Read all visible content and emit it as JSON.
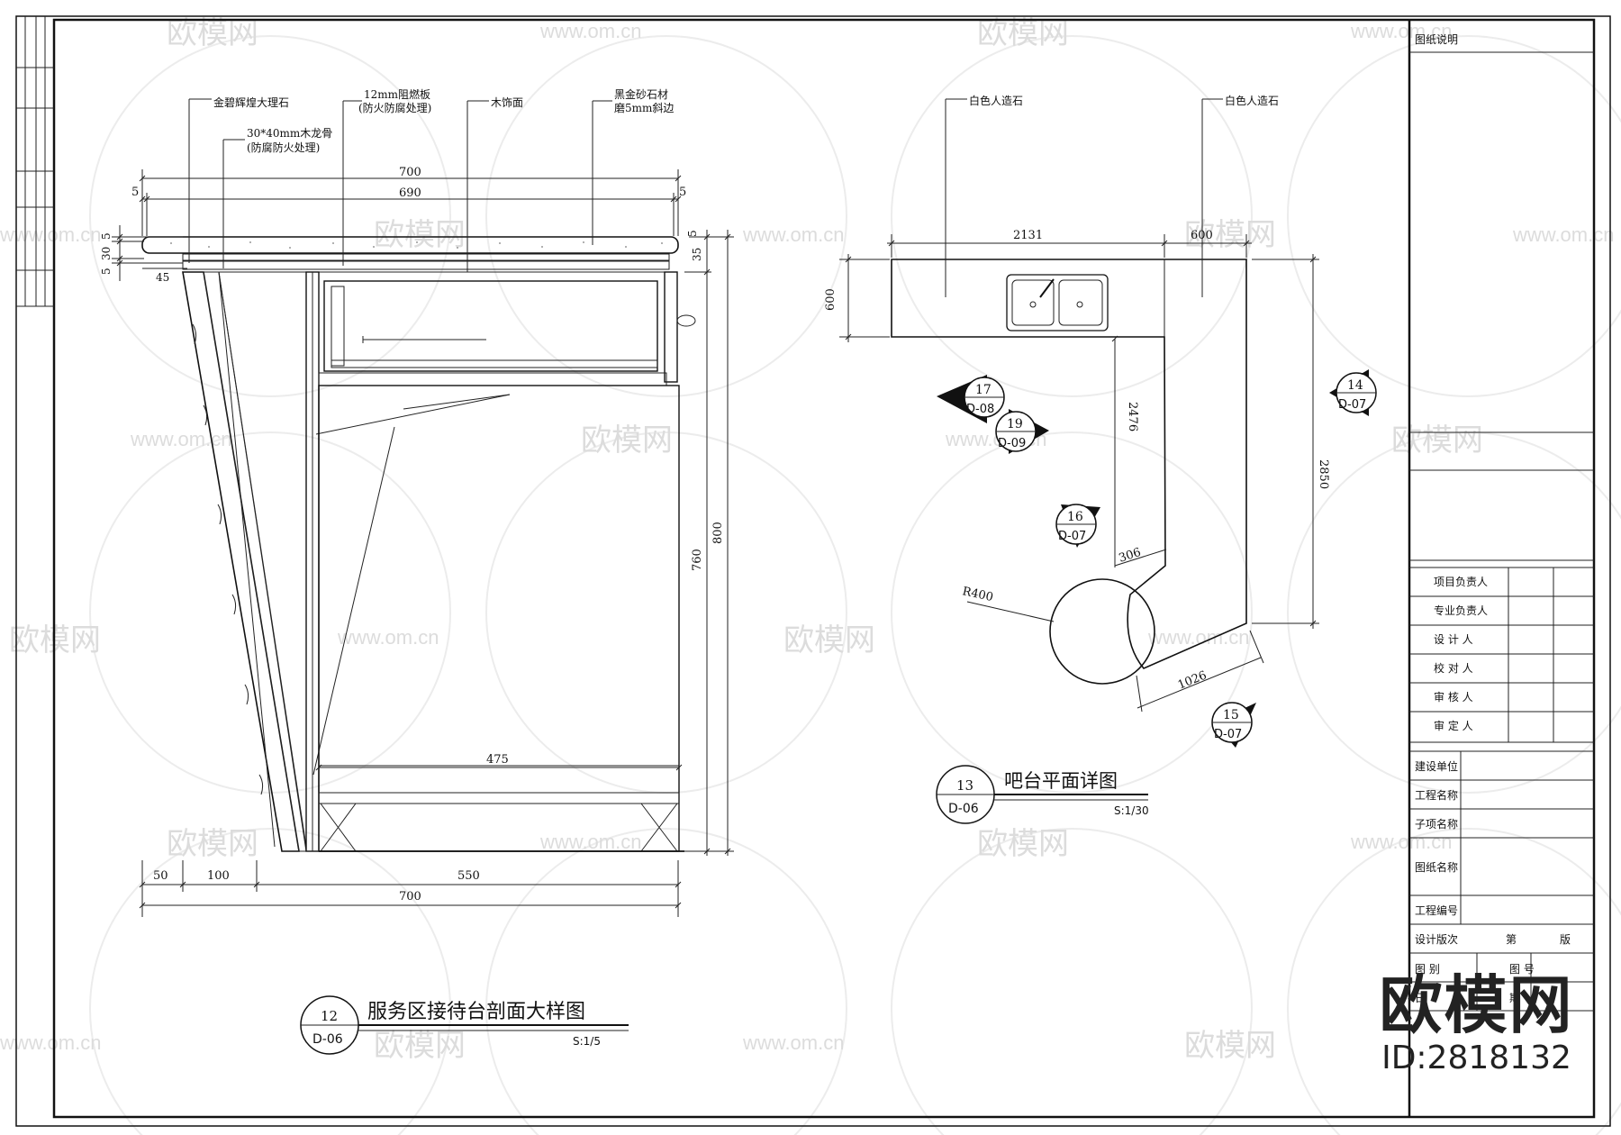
{
  "watermark": {
    "logo": "欧模网",
    "url": "www.om.cn"
  },
  "brand": {
    "name": "欧模网",
    "id": "ID:2818132"
  },
  "section_drawing": {
    "title": "服务区接待台剖面大样图",
    "ref_no": "12",
    "ref_sheet": "D-06",
    "scale": "S:1/5",
    "labels": {
      "marble": "金碧辉煌大理石",
      "keel_1": "30*40mm木龙骨",
      "keel_2": "(防腐防火处理)",
      "board_1": "12mm阻燃板",
      "board_2": "(防火防腐处理)",
      "wood": "木饰面",
      "stone_1": "黑金砂石材",
      "stone_2": "磨5mm斜边"
    },
    "dims": {
      "top_700": "700",
      "top_690": "690",
      "left_5": "5",
      "right_5": "5",
      "v_5a": "5",
      "v_30": "30",
      "v_5b": "5",
      "h_45": "45",
      "v_35": "35",
      "v_760": "760",
      "v_800": "800",
      "in_475": "475",
      "b_50": "50",
      "b_100": "100",
      "b_550": "550",
      "b_700": "700"
    }
  },
  "plan_drawing": {
    "title": "吧台平面详图",
    "ref_no": "13",
    "ref_sheet": "D-06",
    "scale": "S:1/30",
    "labels": {
      "stone_left": "白色人造石",
      "stone_right": "白色人造石"
    },
    "dims": {
      "d2131": "2131",
      "d600_top": "600",
      "d600_left": "600",
      "d2476": "2476",
      "d2850": "2850",
      "d306": "306",
      "r400": "R400",
      "d1026": "1026"
    },
    "markers": [
      {
        "no": "17",
        "sheet": "D-08"
      },
      {
        "no": "19",
        "sheet": "D-09"
      },
      {
        "no": "14",
        "sheet": "D-07"
      },
      {
        "no": "16",
        "sheet": "D-07"
      },
      {
        "no": "15",
        "sheet": "D-07"
      }
    ]
  },
  "title_block": {
    "header": "图纸说明",
    "roles": [
      "项目负责人",
      "专业负责人",
      "设 计 人",
      "校 对 人",
      "审 核 人",
      "审 定 人"
    ],
    "fields": [
      "建设单位",
      "工程名称",
      "子项名称",
      "图纸名称",
      "工程编号",
      "设计版次"
    ],
    "version_di": "第",
    "version_ban": "版",
    "tu_bie": "图 别",
    "tu_hao": "图 号",
    "bottom_left": "日",
    "bottom_right": "期"
  }
}
